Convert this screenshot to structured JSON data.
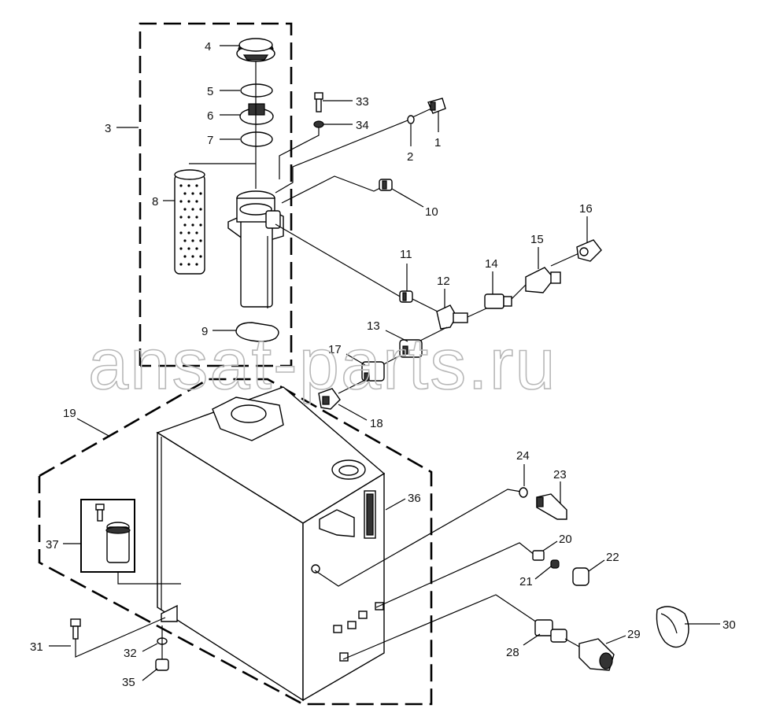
{
  "watermark": "ansat-parts.ru",
  "callouts": [
    "1",
    "2",
    "3",
    "4",
    "5",
    "6",
    "7",
    "8",
    "9",
    "10",
    "11",
    "12",
    "13",
    "14",
    "15",
    "16",
    "17",
    "18",
    "19",
    "20",
    "21",
    "22",
    "23",
    "24",
    "28",
    "29",
    "30",
    "31",
    "32",
    "33",
    "34",
    "35",
    "36",
    "37"
  ]
}
